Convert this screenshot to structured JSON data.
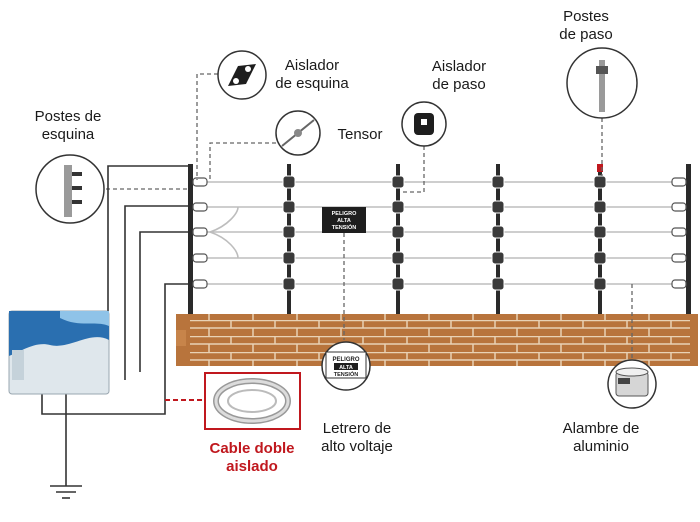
{
  "labels": {
    "postes_esquina": "Postes de\nesquina",
    "aislador_esquina": "Aislador\nde esquina",
    "tensor": "Tensor",
    "aislador_paso": "Aislador\nde paso",
    "postes_paso": "Postes\nde paso",
    "letrero": "Letrero de\nalto voltaje",
    "alambre": "Alambre de\naluminio",
    "cable": "Cable doble\naislado"
  },
  "signs": {
    "line1": "PELIGRO",
    "line2": "ALTA",
    "line3": "TENSIÓN"
  },
  "colors": {
    "brick": "#b8743c",
    "brick_line": "#e9d2b5",
    "post": "#2a2a2a",
    "wire": "#bdbdbd",
    "cable_red": "#c0181e",
    "energizer": "#2a6fb0"
  },
  "icons": [
    "corner-post-icon",
    "corner-insulator-icon",
    "tensor-icon",
    "pass-insulator-icon",
    "pass-post-icon",
    "warning-sign-icon",
    "aluminum-wire-icon",
    "cable-coil-icon",
    "ground-icon",
    "energizer-icon"
  ]
}
